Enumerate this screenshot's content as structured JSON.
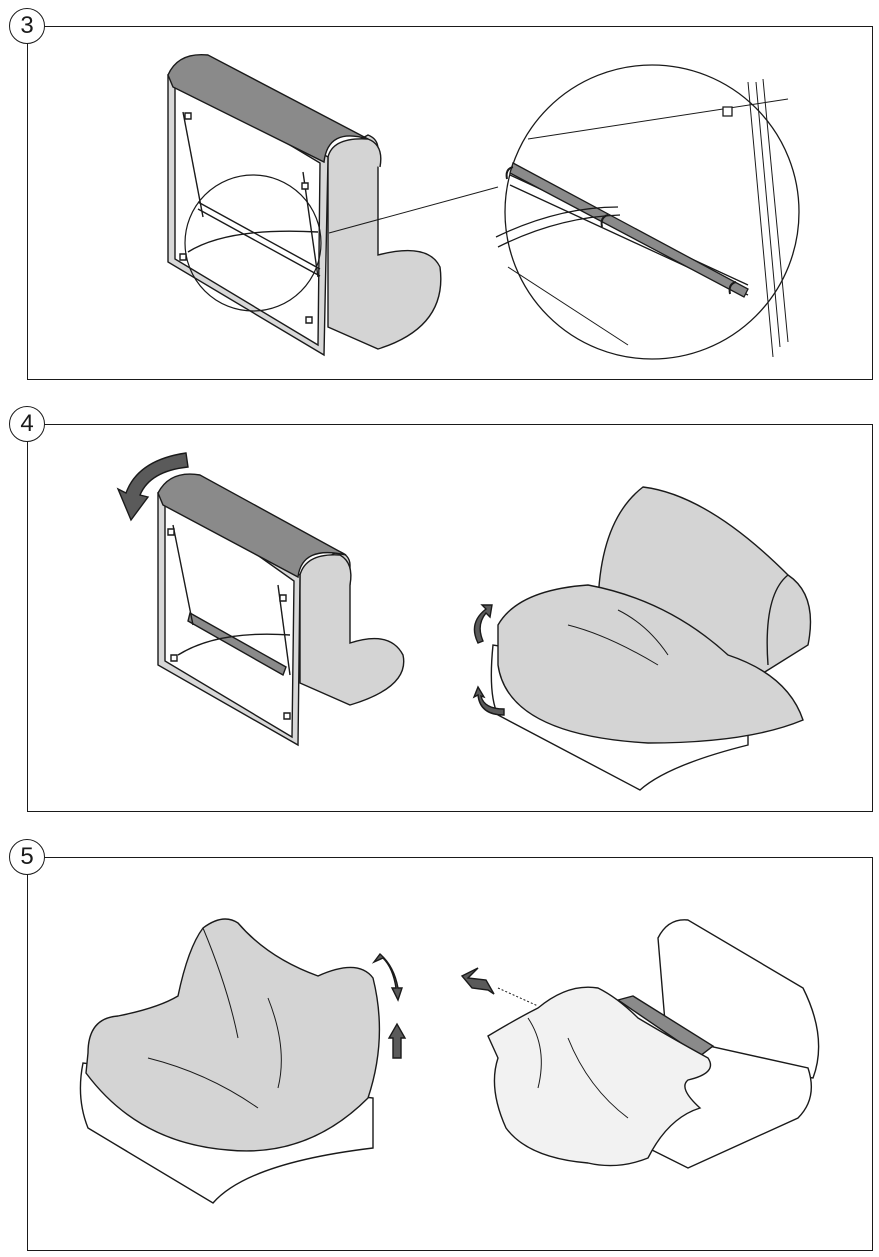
{
  "steps": [
    {
      "number": "3"
    },
    {
      "number": "4"
    },
    {
      "number": "5"
    }
  ],
  "colors": {
    "line": "#1a1a1a",
    "fabric_light": "#d4d4d4",
    "fabric_dark": "#8a8a8a",
    "cover_pale": "#f2f2f2",
    "arrow": "#5a5a5a"
  },
  "icons": [
    "rotate-arrow-icon",
    "up-arrow-icon",
    "left-arrow-icon",
    "curl-arrow-icon"
  ]
}
